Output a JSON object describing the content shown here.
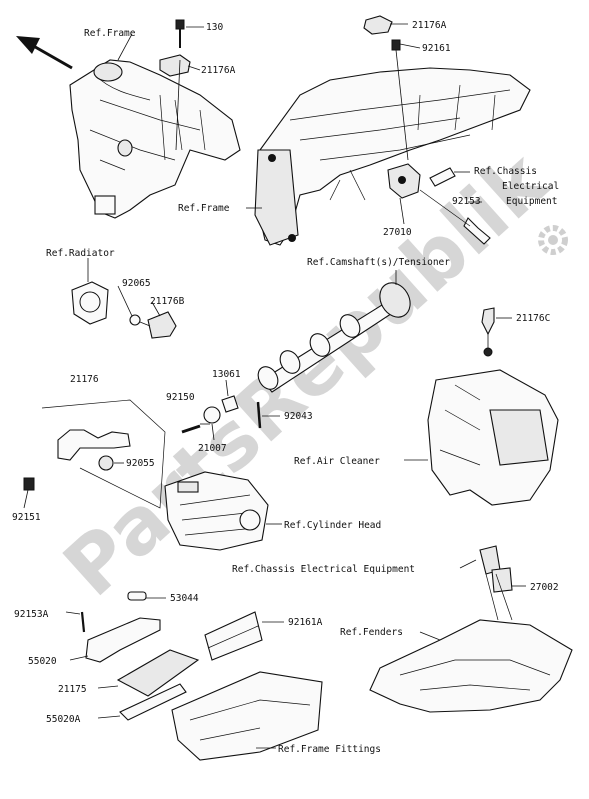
{
  "watermark": "PartsRepublik",
  "labels": {
    "ref_frame_top": "Ref.Frame",
    "p130": "130",
    "p21176a_left": "21176A",
    "p21176a_top": "21176A",
    "p92161": "92161",
    "ref_chassis_elec_1": "Ref.Chassis",
    "ref_chassis_elec_2": "Electrical",
    "ref_chassis_elec_3": "Equipment",
    "ref_frame_mid": "Ref.Frame",
    "p92153": "92153",
    "p27010": "27010",
    "ref_radiator": "Ref.Radiator",
    "p92065": "92065",
    "p21176b": "21176B",
    "ref_camshaft": "Ref.Camshaft(s)/Tensioner",
    "p21176c": "21176C",
    "p13061": "13061",
    "p21176": "21176",
    "p92150": "92150",
    "p92043": "92043",
    "p21007": "21007",
    "p92055": "92055",
    "ref_air_cleaner": "Ref.Air Cleaner",
    "p92151": "92151",
    "ref_cylinder_head": "Ref.Cylinder Head",
    "ref_chassis_elec_full": "Ref.Chassis Electrical Equipment",
    "p27002": "27002",
    "p92153a": "92153A",
    "p53044": "53044",
    "p92161a": "92161A",
    "ref_fenders": "Ref.Fenders",
    "p55020": "55020",
    "p21175": "21175",
    "p55020a": "55020A",
    "ref_frame_fittings": "Ref.Frame Fittings"
  },
  "icons": {
    "direction_arrow": "front-direction-arrow-icon",
    "gear": "gear-icon"
  }
}
